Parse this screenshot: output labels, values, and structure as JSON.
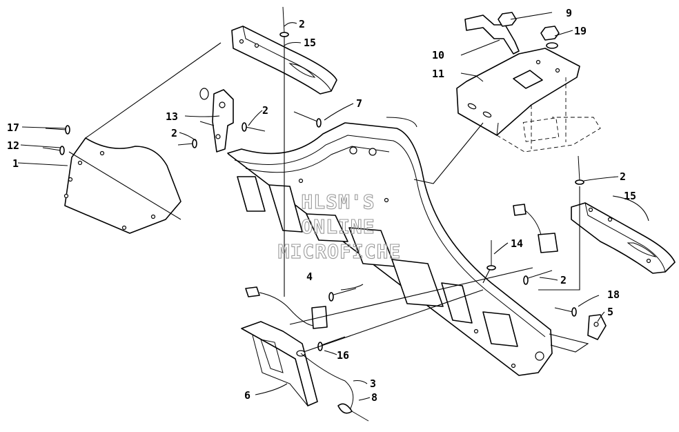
{
  "watermark": {
    "line1": "HLSM'S",
    "line2": "ONLINE",
    "line3": "MICROFICHE"
  },
  "callouts": [
    "2",
    "15",
    "9",
    "19",
    "10",
    "11",
    "13",
    "2",
    "2",
    "7",
    "17",
    "12",
    "1",
    "2",
    "15",
    "14",
    "2",
    "4",
    "18",
    "5",
    "16",
    "3",
    "6",
    "8"
  ],
  "colors": {
    "line": "#000000",
    "watermark": "#9a9a9a",
    "background": "#ffffff"
  }
}
